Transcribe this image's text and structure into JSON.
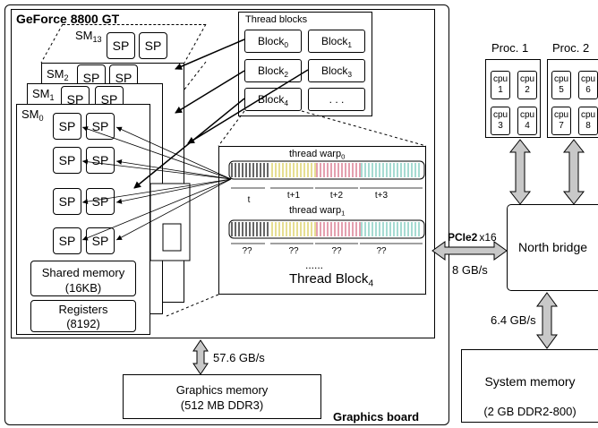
{
  "gpu": {
    "title": "GeForce 8800 GT",
    "board_label": "Graphics board",
    "sm_labels": {
      "sm13": {
        "base": "SM",
        "sub": "13"
      },
      "sm2": {
        "base": "SM",
        "sub": "2"
      },
      "sm1": {
        "base": "SM",
        "sub": "1"
      },
      "sm0": {
        "base": "SM",
        "sub": "0"
      }
    },
    "sp_label": "SP",
    "sp_partial": "SP",
    "shared_memory": {
      "line1": "Shared memory",
      "line2": "(16KB)"
    },
    "registers": {
      "line1": "Registers",
      "line2": "(8192)"
    },
    "memory_bandwidth": "57.6 GB/s",
    "graphics_memory": {
      "line1": "Graphics memory",
      "line2": "(512 MB DDR3)"
    }
  },
  "thread_blocks": {
    "title": "Thread blocks",
    "blocks": [
      {
        "base": "Block",
        "sub": "0"
      },
      {
        "base": "Block",
        "sub": "1"
      },
      {
        "base": "Block",
        "sub": "2"
      },
      {
        "base": "Block",
        "sub": "3"
      },
      {
        "base": "Block",
        "sub": "4"
      },
      {
        "base": ". . .",
        "sub": ""
      }
    ]
  },
  "warps": {
    "warp0": {
      "base": "thread warp",
      "sub": "0"
    },
    "warp1": {
      "base": "thread warp",
      "sub": "1"
    },
    "time_labels": [
      "t",
      "t+1",
      "t+2",
      "t+3"
    ],
    "unknown_labels": [
      "??",
      "??",
      "??",
      "??"
    ],
    "ellipsis": "......",
    "block_label": {
      "base": "Thread Block",
      "sub": "4"
    },
    "colors": [
      "#000000",
      "#d4c84a",
      "#d2607a",
      "#6cc3b4"
    ]
  },
  "host": {
    "procs": [
      {
        "title": "Proc. 1",
        "cpus": [
          {
            "l1": "cpu",
            "l2": "1"
          },
          {
            "l1": "cpu",
            "l2": "2"
          },
          {
            "l1": "cpu",
            "l2": "3"
          },
          {
            "l1": "cpu",
            "l2": "4"
          }
        ]
      },
      {
        "title": "Proc. 2",
        "cpus": [
          {
            "l1": "cpu",
            "l2": "5"
          },
          {
            "l1": "cpu",
            "l2": "6"
          },
          {
            "l1": "cpu",
            "l2": "7"
          },
          {
            "l1": "cpu",
            "l2": "8"
          }
        ]
      }
    ],
    "pcie_label": "PCIe2",
    "pcie_suffix": "x16",
    "pcie_bandwidth": "8 GB/s",
    "north_bridge": "North bridge",
    "sysmem_bandwidth": "6.4 GB/s",
    "system_memory": {
      "line1": "System memory",
      "line2": "(2 GB DDR2-800)"
    }
  }
}
